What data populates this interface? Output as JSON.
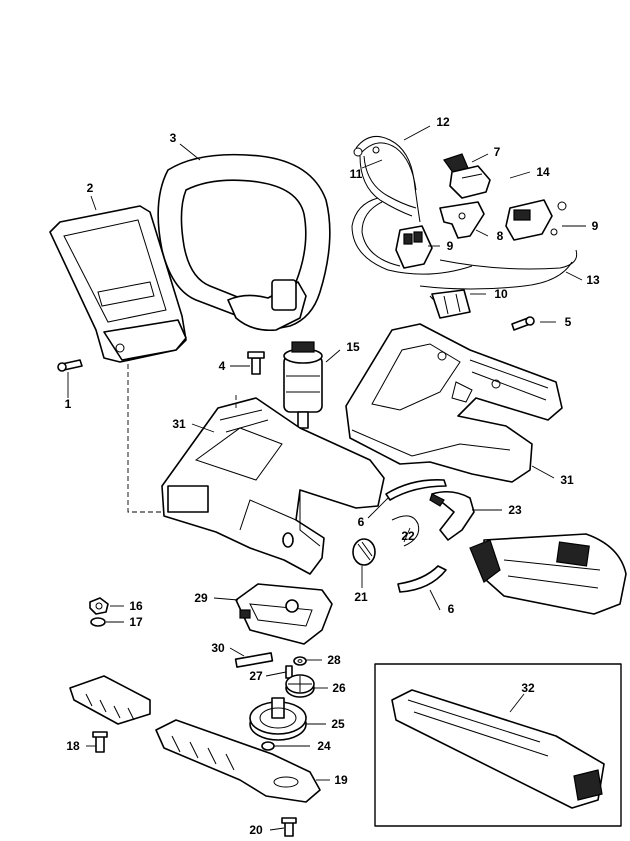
{
  "callouts": [
    {
      "id": "1",
      "text": "1"
    },
    {
      "id": "2",
      "text": "2"
    },
    {
      "id": "3",
      "text": "3"
    },
    {
      "id": "4",
      "text": "4"
    },
    {
      "id": "5",
      "text": "5"
    },
    {
      "id": "6a",
      "text": "6"
    },
    {
      "id": "6b",
      "text": "6"
    },
    {
      "id": "7",
      "text": "7"
    },
    {
      "id": "8",
      "text": "8"
    },
    {
      "id": "9a",
      "text": "9"
    },
    {
      "id": "9b",
      "text": "9"
    },
    {
      "id": "10",
      "text": "10"
    },
    {
      "id": "11",
      "text": "11"
    },
    {
      "id": "12",
      "text": "12"
    },
    {
      "id": "13",
      "text": "13"
    },
    {
      "id": "14",
      "text": "14"
    },
    {
      "id": "15",
      "text": "15"
    },
    {
      "id": "16",
      "text": "16"
    },
    {
      "id": "17",
      "text": "17"
    },
    {
      "id": "18",
      "text": "18"
    },
    {
      "id": "19",
      "text": "19"
    },
    {
      "id": "20",
      "text": "20"
    },
    {
      "id": "21",
      "text": "21"
    },
    {
      "id": "22",
      "text": "22"
    },
    {
      "id": "23",
      "text": "23"
    },
    {
      "id": "24",
      "text": "24"
    },
    {
      "id": "25",
      "text": "25"
    },
    {
      "id": "26",
      "text": "26"
    },
    {
      "id": "27",
      "text": "27"
    },
    {
      "id": "28",
      "text": "28"
    },
    {
      "id": "29",
      "text": "29"
    },
    {
      "id": "30",
      "text": "30"
    },
    {
      "id": "31a",
      "text": "31"
    },
    {
      "id": "31b",
      "text": "31"
    },
    {
      "id": "32",
      "text": "32"
    }
  ]
}
